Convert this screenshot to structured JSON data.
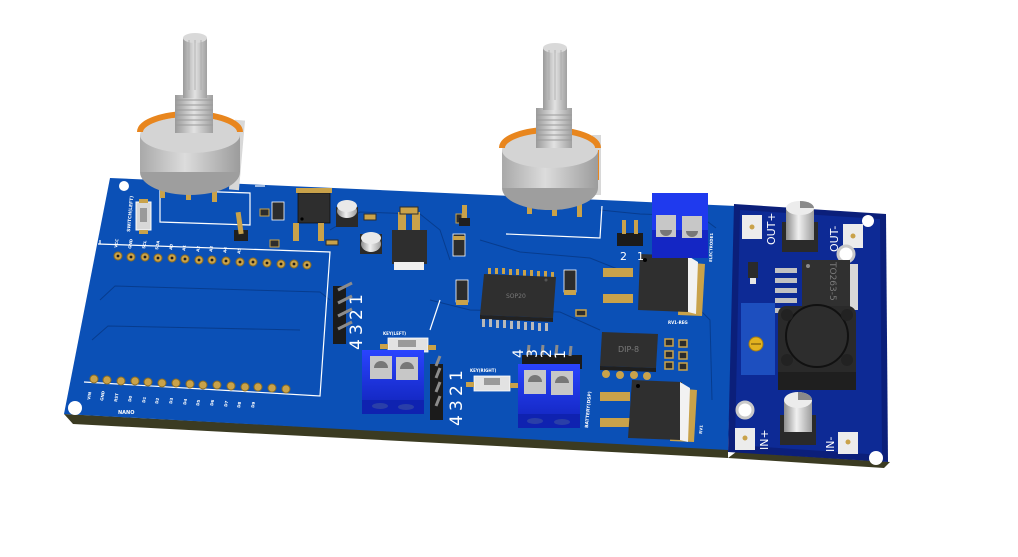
{
  "scene": {
    "type": "3D PCB render",
    "background": "#ffffff",
    "colors": {
      "board": "#0a4fb4",
      "board_dark": "#083f90",
      "board_edge": "#3a3a1e",
      "module_board": "#0c2a8a",
      "copper": "#c9a24a",
      "terminal_block": "#1a33d6",
      "ic_body": "#2e2e2e",
      "pot_body": "#c8c8c8",
      "pot_ring": "#e8861e",
      "silkscreen": "#ffffff"
    }
  },
  "main_board": {
    "left_header_labels_top": [
      "VCC",
      "GND",
      "SCL",
      "SDA",
      "A0",
      "A1",
      "A2",
      "A3",
      "A4",
      "A5",
      "A6",
      "A7",
      "D13",
      "D12"
    ],
    "left_header_labels_bottom": [
      "VIN",
      "GND",
      "RST",
      "D0",
      "D1",
      "D2",
      "D3",
      "D4",
      "D5",
      "D6",
      "D7",
      "D8",
      "D9",
      "D10",
      "D11"
    ],
    "left_module_label": "NANO",
    "switch_label": "SWITCH(LEFT)",
    "pin_header_left": {
      "numbers": [
        "4",
        "3",
        "2",
        "1"
      ]
    },
    "pin_header_center": {
      "numbers": [
        "4",
        "3",
        "2",
        "1"
      ]
    },
    "pin_header_right": {
      "numbers": [
        "4",
        "3",
        "2",
        "1"
      ]
    },
    "two_pin_header": {
      "numbers": [
        "2",
        "1"
      ]
    },
    "button_left_label": "KEY(LEFT)",
    "button_right_label": "KEY(RIGHT)",
    "soic_label": "SOP20",
    "dip_label": "DIP-8",
    "terminal_battery_label": "BATTERY(DSP)",
    "terminal_top_right_label": "ELECTRODE1",
    "regulator_label_top": "RV1-REG",
    "regulator_label_bottom": "RV1"
  },
  "buck_module": {
    "chip_label": "TO263-5",
    "pads": {
      "out_plus": "OUT+",
      "out_minus": "OUT-",
      "in_plus": "IN+",
      "in_minus": "IN-"
    }
  },
  "potentiometers": [
    {
      "id": "pot-left"
    },
    {
      "id": "pot-center"
    }
  ]
}
